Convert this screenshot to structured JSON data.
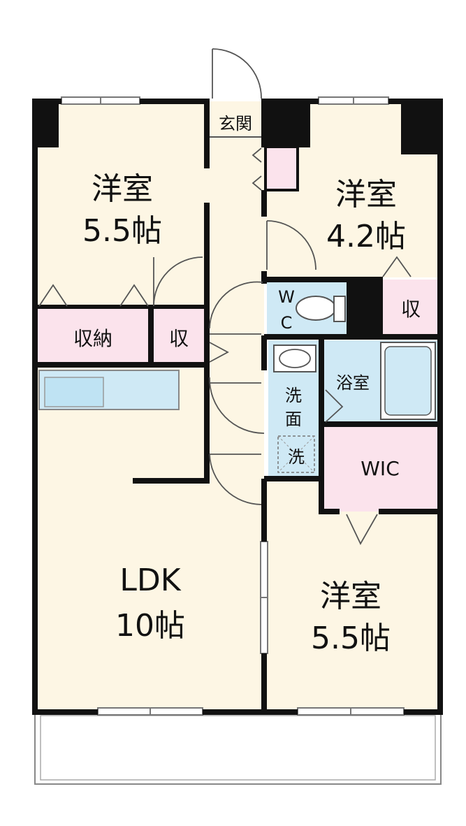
{
  "rooms": {
    "entrance": "玄関",
    "western_nw": {
      "name": "洋室",
      "size": "5.5帖"
    },
    "western_ne": {
      "name": "洋室",
      "size": "4.2帖"
    },
    "storage_closet": "収納",
    "storage_small_left": "収",
    "storage_small_right": "収",
    "wc": {
      "line1": "W",
      "line2": "C"
    },
    "bath": "浴室",
    "washroom": {
      "line1": "洗",
      "line2": "面"
    },
    "washer": "洗",
    "wic": "WIC",
    "ldk": {
      "name": "LDK",
      "size": "10帖"
    },
    "western_se": {
      "name": "洋室",
      "size": "5.5帖"
    }
  },
  "colors": {
    "room_floor": "#fdf6e4",
    "storage": "#fbe3ec",
    "wet_area": "#cfe9f5",
    "wall": "#111111",
    "balcony": "#ffffff"
  }
}
